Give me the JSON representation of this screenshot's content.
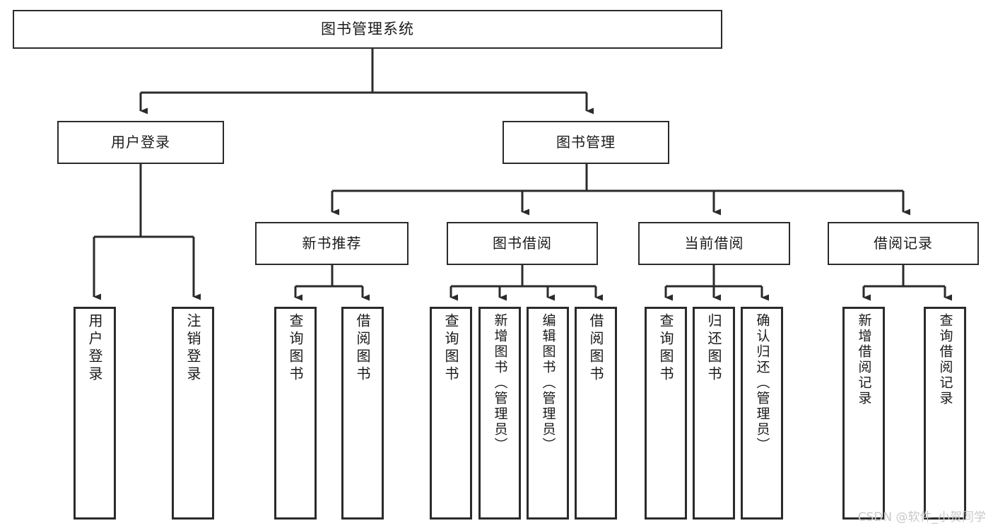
{
  "diagram": {
    "title": "图书管理系统",
    "type": "tree",
    "root": {
      "id": "root",
      "label": "图书管理系统"
    },
    "level2": [
      {
        "id": "user-login",
        "label": "用户登录"
      },
      {
        "id": "book-manage",
        "label": "图书管理"
      }
    ],
    "level3": [
      {
        "id": "new-book-rec",
        "label": "新书推荐",
        "parent": "book-manage"
      },
      {
        "id": "book-borrow",
        "label": "图书借阅",
        "parent": "book-manage"
      },
      {
        "id": "current-borrow",
        "label": "当前借阅",
        "parent": "book-manage"
      },
      {
        "id": "borrow-record",
        "label": "借阅记录",
        "parent": "book-manage"
      }
    ],
    "leaves": [
      {
        "id": "leaf-user-login",
        "label": "用户登录",
        "parent": "user-login"
      },
      {
        "id": "leaf-user-logout",
        "label": "注销登录",
        "parent": "user-login"
      },
      {
        "id": "leaf-query-book-rec",
        "label": "查询图书",
        "parent": "new-book-rec"
      },
      {
        "id": "leaf-borrow-book-rec",
        "label": "借阅图书",
        "parent": "new-book-rec"
      },
      {
        "id": "leaf-query-book-bb",
        "label": "查询图书",
        "parent": "book-borrow"
      },
      {
        "id": "leaf-add-book",
        "label": "新增图书（管理员）",
        "parent": "book-borrow"
      },
      {
        "id": "leaf-edit-book",
        "label": "编辑图书（管理员）",
        "parent": "book-borrow"
      },
      {
        "id": "leaf-borrow-book-bb",
        "label": "借阅图书",
        "parent": "book-borrow"
      },
      {
        "id": "leaf-query-book-cb",
        "label": "查询图书",
        "parent": "current-borrow"
      },
      {
        "id": "leaf-return-book",
        "label": "归还图书",
        "parent": "current-borrow"
      },
      {
        "id": "leaf-confirm-return",
        "label": "确认归还（管理员）",
        "parent": "current-borrow"
      },
      {
        "id": "leaf-add-record",
        "label": "新增借阅记录",
        "parent": "borrow-record"
      },
      {
        "id": "leaf-query-record",
        "label": "查询借阅记录",
        "parent": "borrow-record"
      }
    ]
  },
  "watermark": {
    "text": "CSDN @软件_小贺同学"
  },
  "colors": {
    "border": "#2b2b2b",
    "background": "#ffffff",
    "text": "#1a1a1a",
    "watermark": "#c9c9c9"
  }
}
